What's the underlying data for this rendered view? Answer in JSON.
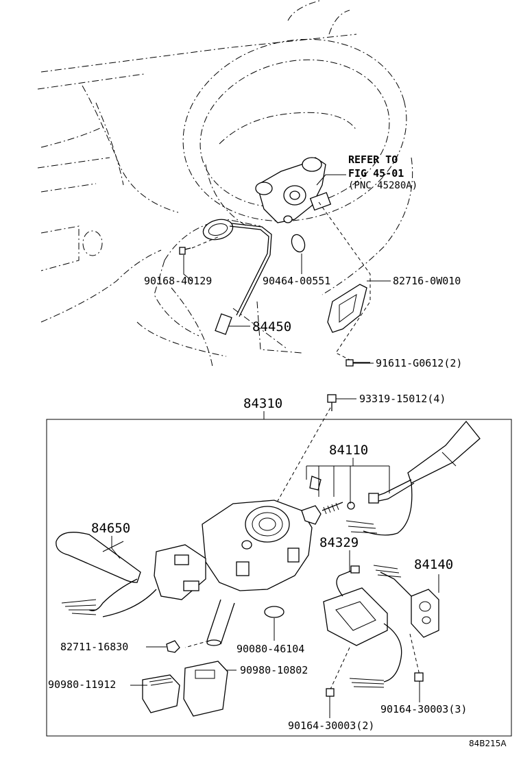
{
  "refer": {
    "line1": "REFER TO",
    "line2": "FIG 45-01",
    "line3": "(PNC 45280A)"
  },
  "parts": [
    {
      "id": "p-90168-40129",
      "label": "90168-40129"
    },
    {
      "id": "p-90464-00551",
      "label": "90464-00551"
    },
    {
      "id": "p-82716-0W010",
      "label": "82716-0W010"
    },
    {
      "id": "p-84450",
      "label": "84450"
    },
    {
      "id": "p-91611-G0612",
      "label": "91611-G0612(2)"
    },
    {
      "id": "p-84310",
      "label": "84310"
    },
    {
      "id": "p-93319-15012",
      "label": "93319-15012(4)"
    },
    {
      "id": "p-84110",
      "label": "84110"
    },
    {
      "id": "p-84650",
      "label": "84650"
    },
    {
      "id": "p-84329",
      "label": "84329"
    },
    {
      "id": "p-84140",
      "label": "84140"
    },
    {
      "id": "p-82711-16830",
      "label": "82711-16830"
    },
    {
      "id": "p-90080-46104",
      "label": "90080-46104"
    },
    {
      "id": "p-90980-10802",
      "label": "90980-10802"
    },
    {
      "id": "p-90980-11912",
      "label": "90980-11912"
    },
    {
      "id": "p-90164-30003-3",
      "label": "90164-30003(3)"
    },
    {
      "id": "p-90164-30003-2",
      "label": "90164-30003(2)"
    }
  ],
  "diagram_code": "84B215A"
}
